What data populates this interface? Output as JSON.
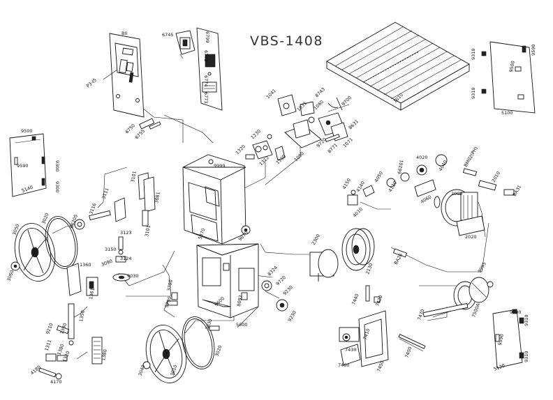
{
  "title": "VBS-1408",
  "labels": [
    {
      "id": "l01",
      "text": "BII"
    },
    {
      "id": "l02",
      "text": "6745"
    },
    {
      "id": "l03",
      "text": "6799"
    },
    {
      "id": "l04",
      "text": "6772"
    },
    {
      "id": "l05",
      "text": "6774"
    },
    {
      "id": "l06",
      "text": "6773"
    },
    {
      "id": "l07",
      "text": "P3-I5"
    },
    {
      "id": "l08",
      "text": "6750"
    },
    {
      "id": "l09",
      "text": "6755"
    },
    {
      "id": "l10",
      "text": "9500"
    },
    {
      "id": "l11",
      "text": "9590"
    },
    {
      "id": "l12",
      "text": "9300"
    },
    {
      "id": "l13",
      "text": "9300"
    },
    {
      "id": "l14",
      "text": "5140"
    },
    {
      "id": "l15",
      "text": "1041"
    },
    {
      "id": "l16",
      "text": "8743"
    },
    {
      "id": "l17",
      "text": "9700"
    },
    {
      "id": "l18",
      "text": "1060"
    },
    {
      "id": "l19",
      "text": "1031"
    },
    {
      "id": "l20",
      "text": "1010"
    },
    {
      "id": "l21",
      "text": "9310"
    },
    {
      "id": "l22",
      "text": "9590"
    },
    {
      "id": "l23",
      "text": "9500"
    },
    {
      "id": "l24",
      "text": "9310"
    },
    {
      "id": "l25",
      "text": "5100"
    },
    {
      "id": "l26",
      "text": "1230"
    },
    {
      "id": "l27",
      "text": "1320"
    },
    {
      "id": "l28",
      "text": "1312"
    },
    {
      "id": "l29",
      "text": "1100"
    },
    {
      "id": "l30",
      "text": "1090"
    },
    {
      "id": "l31",
      "text": "9720"
    },
    {
      "id": "l32",
      "text": "8771"
    },
    {
      "id": "l33",
      "text": "1071"
    },
    {
      "id": "l34",
      "text": "8631"
    },
    {
      "id": "l35",
      "text": "9999"
    },
    {
      "id": "l36",
      "text": "3101"
    },
    {
      "id": "l37",
      "text": "3111"
    },
    {
      "id": "l38",
      "text": "3116"
    },
    {
      "id": "l39",
      "text": "66205"
    },
    {
      "id": "l40",
      "text": "3020"
    },
    {
      "id": "l41",
      "text": "3050"
    },
    {
      "id": "l42",
      "text": "3060"
    },
    {
      "id": "l43",
      "text": "3081"
    },
    {
      "id": "l44",
      "text": "3101"
    },
    {
      "id": "l45",
      "text": "3123"
    },
    {
      "id": "l46",
      "text": "3150"
    },
    {
      "id": "l47",
      "text": "3124"
    },
    {
      "id": "l48",
      "text": "3090"
    },
    {
      "id": "l49",
      "text": "9030"
    },
    {
      "id": "l50",
      "text": "5370"
    },
    {
      "id": "l51",
      "text": "9070"
    },
    {
      "id": "l52",
      "text": "1360"
    },
    {
      "id": "l53",
      "text": "1361"
    },
    {
      "id": "l54",
      "text": "1350"
    },
    {
      "id": "l55",
      "text": "1380"
    },
    {
      "id": "l56",
      "text": "9210"
    },
    {
      "id": "l57",
      "text": "1390"
    },
    {
      "id": "l58",
      "text": "1311"
    },
    {
      "id": "l59",
      "text": "1320"
    },
    {
      "id": "l60",
      "text": "1380"
    },
    {
      "id": "l61",
      "text": "4180"
    },
    {
      "id": "l62",
      "text": "4170"
    },
    {
      "id": "l63",
      "text": "3780"
    },
    {
      "id": "l64",
      "text": "9790"
    },
    {
      "id": "l65",
      "text": "9600"
    },
    {
      "id": "l66",
      "text": "8092"
    },
    {
      "id": "l67",
      "text": "5000"
    },
    {
      "id": "l68",
      "text": "8324"
    },
    {
      "id": "l69",
      "text": "9720"
    },
    {
      "id": "l70",
      "text": "9230"
    },
    {
      "id": "l71",
      "text": "9230"
    },
    {
      "id": "l72",
      "text": "3030"
    },
    {
      "id": "l73",
      "text": "3020"
    },
    {
      "id": "l74",
      "text": "3040"
    },
    {
      "id": "l75",
      "text": "3010"
    },
    {
      "id": "l76",
      "text": "4150"
    },
    {
      "id": "l77",
      "text": "4140"
    },
    {
      "id": "l78",
      "text": "4050"
    },
    {
      "id": "l79",
      "text": "4130"
    },
    {
      "id": "l80",
      "text": "4020"
    },
    {
      "id": "l81",
      "text": "66201"
    },
    {
      "id": "l82",
      "text": "4040"
    },
    {
      "id": "l83",
      "text": "4010"
    },
    {
      "id": "l84",
      "text": "4060"
    },
    {
      "id": "l85",
      "text": "BM02(PH)"
    },
    {
      "id": "l86",
      "text": "2010"
    },
    {
      "id": "l87",
      "text": "2000"
    },
    {
      "id": "l88",
      "text": "BA31"
    },
    {
      "id": "l89",
      "text": "2020"
    },
    {
      "id": "l90",
      "text": "2300"
    },
    {
      "id": "l91",
      "text": "2130"
    },
    {
      "id": "l92",
      "text": "BA26"
    },
    {
      "id": "l93",
      "text": "9995"
    },
    {
      "id": "l94",
      "text": "7500A"
    },
    {
      "id": "l95",
      "text": "7440"
    },
    {
      "id": "l96",
      "text": "7420"
    },
    {
      "id": "l97",
      "text": "7470"
    },
    {
      "id": "l98",
      "text": "7410"
    },
    {
      "id": "l99",
      "text": "7430"
    },
    {
      "id": "l100",
      "text": "7460"
    },
    {
      "id": "l101",
      "text": "7450"
    },
    {
      "id": "l102",
      "text": "7400"
    },
    {
      "id": "l103",
      "text": "9500"
    },
    {
      "id": "l104",
      "text": "9310"
    },
    {
      "id": "l105",
      "text": "9590"
    },
    {
      "id": "l106",
      "text": "9310"
    },
    {
      "id": "l107",
      "text": "5120"
    }
  ]
}
